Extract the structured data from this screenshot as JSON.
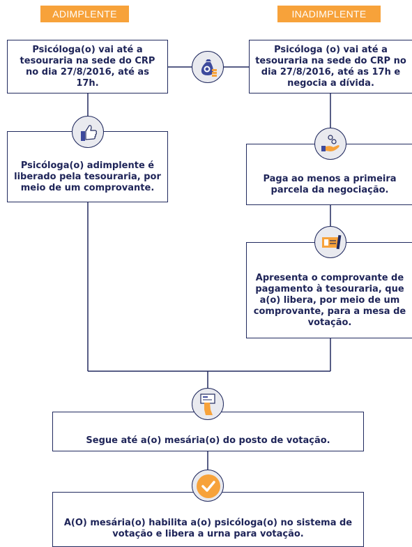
{
  "headers": {
    "left": "ADIMPLENTE",
    "right": "INADIMPLENTE"
  },
  "boxes": {
    "left_1": "Psicóloga(o) vai até a tesouraria na sede do CRP no dia 27/8/2016, até as 17h.",
    "left_2": "Psicóloga(o) adimplente é liberado pela tesouraria, por meio de um comprovante.",
    "right_1": "Psicóloga (o) vai até a tesouraria na sede do CRP no dia 27/8/2016, até as 17h e negocia a dívida.",
    "right_2": "Paga ao menos a primeira parcela da negociação.",
    "right_3": "Apresenta o comprovante de pagamento à tesouraria, que a(o) libera, por meio de um comprovante, para a mesa de votação.",
    "center_1": "Segue até a(o) mesária(o) do posto de votação.",
    "center_2": "A(O) mesária(o) habilita a(o) psicóloga(o) no sistema de votação e libera a urna para votação."
  },
  "colors": {
    "accent": "#f7a23a",
    "navy": "#20295e",
    "circle_fill": "#e9eaef",
    "icon_blue": "#3d4a9c"
  },
  "icons": [
    "money-bag-icon",
    "thumbs-up-icon",
    "hand-coins-icon",
    "check-receipt-icon",
    "hand-card-icon",
    "checkmark-icon"
  ]
}
